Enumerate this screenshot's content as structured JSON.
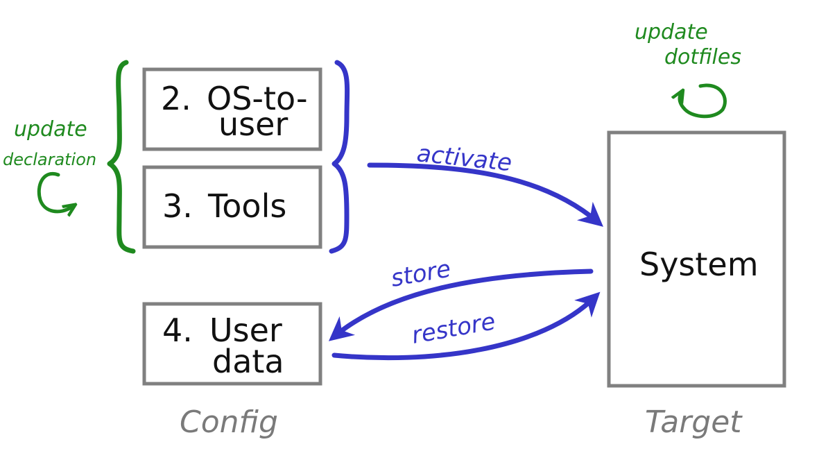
{
  "boxes": {
    "os_to_user": {
      "number": "2.",
      "line1": "OS-to-",
      "line2": "user"
    },
    "tools": {
      "number": "3.",
      "line1": "Tools"
    },
    "user_data": {
      "number": "4.",
      "line1": "User",
      "line2": "data"
    },
    "system": {
      "line1": "System"
    }
  },
  "arrows": {
    "activate": "activate",
    "store": "store",
    "restore": "restore"
  },
  "annotations": {
    "update_declaration_line1": "update",
    "update_declaration_line2": "declaration",
    "update_dotfiles_line1": "update",
    "update_dotfiles_line2": "dotfiles"
  },
  "captions": {
    "config": "Config",
    "target": "Target"
  },
  "colors": {
    "box_border": "#808080",
    "blue": "#3535c8",
    "green": "#1f8a1f",
    "caption": "#7a7a7a"
  }
}
